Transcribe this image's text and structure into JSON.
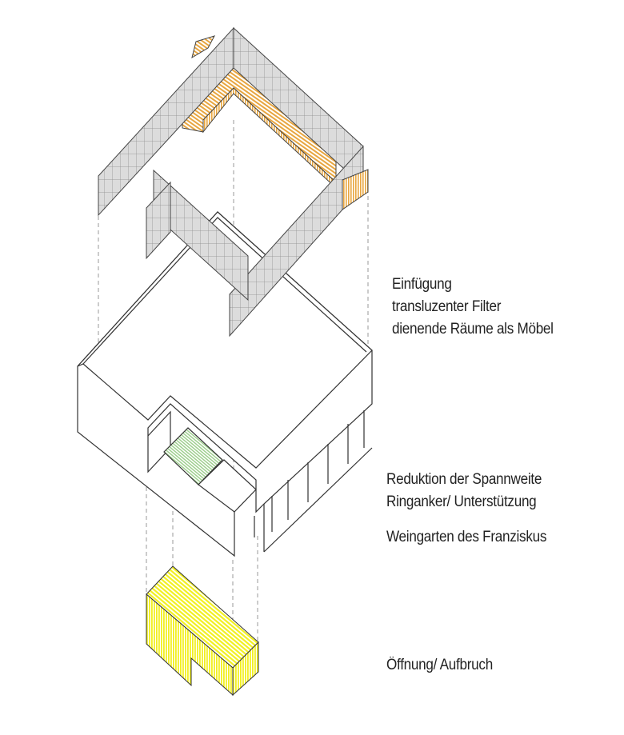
{
  "annotations": {
    "filter_block": [
      "Einfügung",
      "transluzenter Filter",
      "dienende Räume als Möbel"
    ],
    "structure_block": [
      "Reduktion der Spannweite",
      "Ringanker/ Unterstützung"
    ],
    "garden_block": [
      "Weingarten des Franziskus"
    ],
    "opening_block": [
      "Öffnung/ Aufbruch"
    ]
  },
  "colors": {
    "filter_grey": "#d4d4d4",
    "furniture_orange": "#e8a640",
    "garden_green": "#9fcf8f",
    "opening_yellow": "#f2f020",
    "line": "#333333",
    "projection_line": "#9a9a9a"
  }
}
